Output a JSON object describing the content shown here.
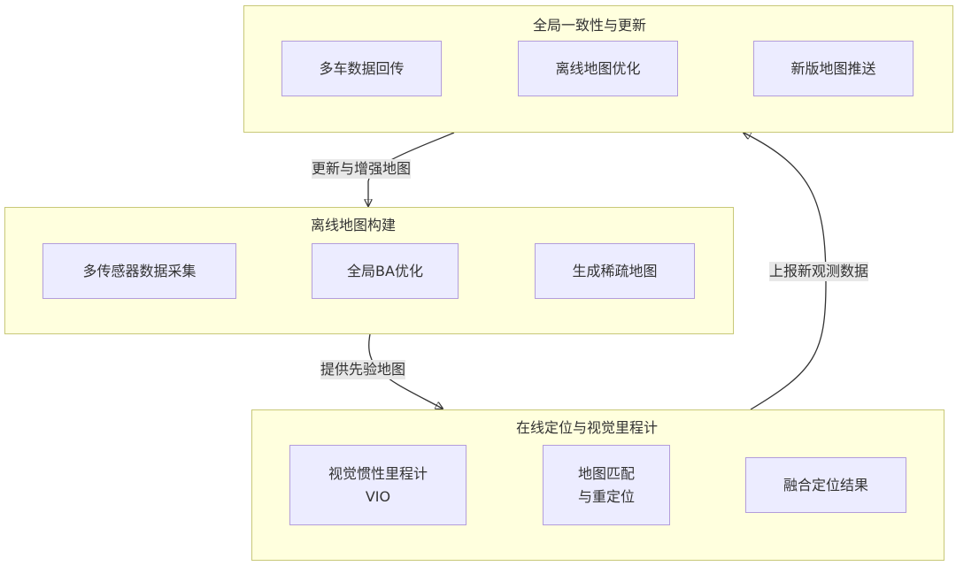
{
  "clusters": {
    "global": {
      "title": "全局一致性与更新",
      "nodes": [
        "多车数据回传",
        "离线地图优化",
        "新版地图推送"
      ]
    },
    "offline": {
      "title": "离线地图构建",
      "nodes": [
        "多传感器数据采集",
        "全局BA优化",
        "生成稀疏地图"
      ]
    },
    "online": {
      "title": "在线定位与视觉里程计",
      "nodes": [
        "视觉惯性里程计\nVIO",
        "地图匹配\n与重定位",
        "融合定位结果"
      ]
    }
  },
  "edge_labels": {
    "global_to_offline": "更新与增强地图",
    "offline_to_online": "提供先验地图",
    "online_to_global": "上报新观测数据"
  },
  "colors": {
    "cluster_fill": "#ffffde",
    "cluster_border": "#c8c878",
    "node_fill": "#ececff",
    "node_border": "#b39ddb",
    "edge": "#333333",
    "edge_label_bg": "#e8e8e8"
  }
}
